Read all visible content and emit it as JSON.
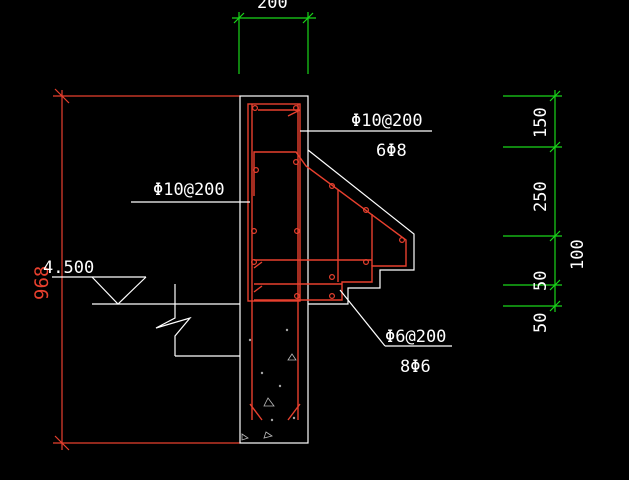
{
  "drawing": {
    "colors": {
      "background": "#000000",
      "outline": "#ffffff",
      "rebar": "#e8402e",
      "dimension_green": "#19d619",
      "dimension_red": "#e8402e"
    },
    "top_dimension": "200",
    "height_dimension": "968",
    "elevation": "4.500",
    "callouts": {
      "top_right": {
        "line1": "Φ10@200",
        "line2": "6Φ8"
      },
      "left": {
        "line1": "Φ10@200"
      },
      "bottom_right": {
        "line1": "Φ6@200",
        "line2": "8Φ6"
      }
    },
    "right_dimensions": [
      "150",
      "250",
      "50",
      "50"
    ],
    "right_total": "100"
  }
}
